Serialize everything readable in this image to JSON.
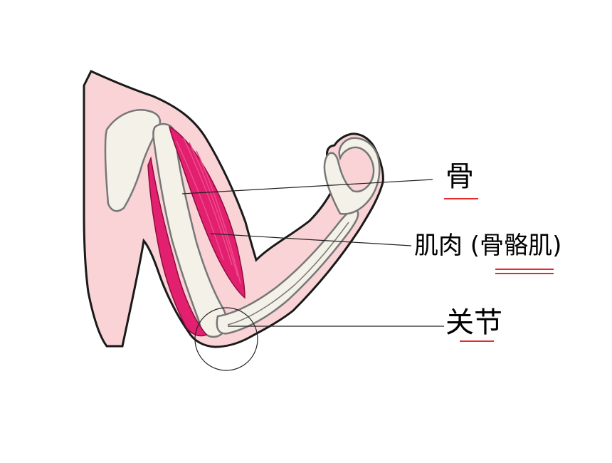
{
  "labels": {
    "bone": "骨",
    "muscle_main": "肌肉",
    "muscle_paren_open": " (",
    "muscle_sub": "骨骼肌",
    "muscle_paren_close": ")",
    "joint": "关节"
  },
  "colors": {
    "skin": "#f9d3d6",
    "skin_outline": "#1a1a1a",
    "muscle": "#e2206f",
    "muscle_light": "#ef4a8b",
    "bone": "#f4f1e8",
    "bone_outline": "#777777",
    "underline": "#e52a2a",
    "leader_line": "#222222"
  }
}
